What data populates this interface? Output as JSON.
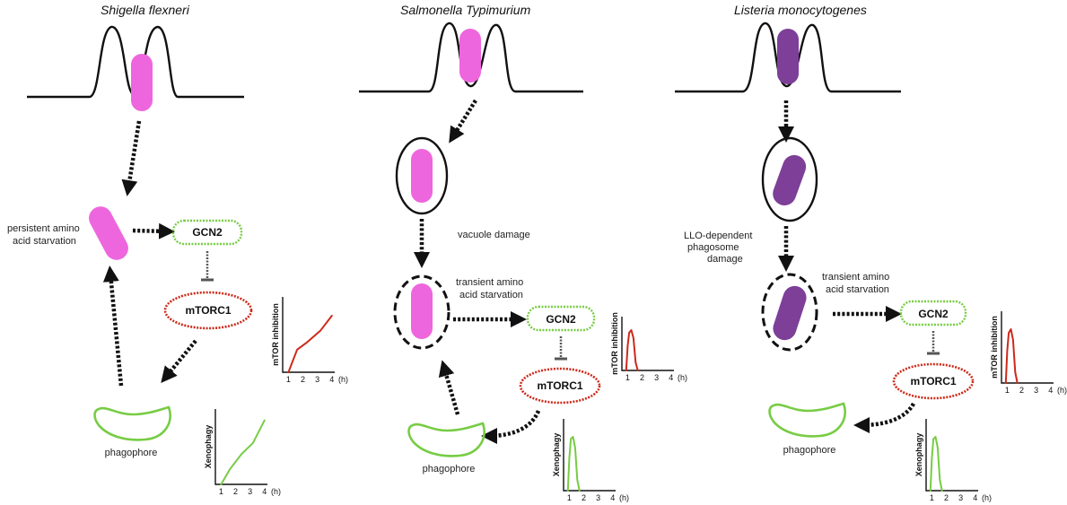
{
  "panels": [
    {
      "title": "Shigella flexneri",
      "bacterium_color": "#ee66dd",
      "labels": [
        "persistent amino",
        "acid starvation",
        "phagophore"
      ],
      "nodes": {
        "gcn2": "GCN2",
        "mtorc1": "mTORC1"
      }
    },
    {
      "title": "Salmonella Typimurium",
      "bacterium_color": "#ee66dd",
      "labels": [
        "vacuole damage",
        "transient amino",
        "acid starvation",
        "phagophore"
      ],
      "nodes": {
        "gcn2": "GCN2",
        "mtorc1": "mTORC1"
      }
    },
    {
      "title": "Listeria monocytogenes",
      "bacterium_color": "#7d3f98",
      "labels": [
        "LLO-dependent",
        "phagosome",
        "damage",
        "transient amino",
        "acid starvation",
        "phagophore"
      ],
      "nodes": {
        "gcn2": "GCN2",
        "mtorc1": "mTORC1"
      }
    }
  ],
  "colors": {
    "gcn2": "#77cc44",
    "mtorc1": "#cc2a1a",
    "phagophore": "#77cc44",
    "mtor_curve": "#cc2a1a",
    "xeno_curve": "#77cc44"
  },
  "chart_data": [
    {
      "type": "line",
      "ylabel": "mTOR inhibition",
      "xlabel": "(h)",
      "x_ticks": [
        "1",
        "2",
        "3",
        "4"
      ],
      "x": [
        1,
        1.6,
        2.3,
        3.2,
        4
      ],
      "y": [
        0,
        0.3,
        0.4,
        0.55,
        0.75
      ],
      "ylim": [
        0,
        1
      ],
      "xlim": [
        0.6,
        4.2
      ]
    },
    {
      "type": "line",
      "ylabel": "Xenophagy",
      "xlabel": "(h)",
      "x_ticks": [
        "1",
        "2",
        "3",
        "4"
      ],
      "x": [
        1,
        1.6,
        2.4,
        3.2,
        4
      ],
      "y": [
        0,
        0.2,
        0.4,
        0.55,
        0.85
      ],
      "ylim": [
        0,
        1
      ],
      "xlim": [
        0.6,
        4.2
      ]
    },
    {
      "type": "line",
      "ylabel": "mTOR inhibition",
      "xlabel": "(h)",
      "x_ticks": [
        "1",
        "2",
        "3",
        "4"
      ],
      "x": [
        0.9,
        1.0,
        1.1,
        1.25,
        1.4,
        1.55,
        1.7
      ],
      "y": [
        0,
        0.45,
        0.7,
        0.75,
        0.6,
        0.15,
        0
      ],
      "ylim": [
        0,
        1
      ],
      "xlim": [
        0.6,
        4.2
      ]
    },
    {
      "type": "line",
      "ylabel": "Xenophagy",
      "xlabel": "(h)",
      "x_ticks": [
        "1",
        "2",
        "3",
        "4"
      ],
      "x": [
        0.9,
        1.0,
        1.1,
        1.25,
        1.4,
        1.55,
        1.7
      ],
      "y": [
        0,
        0.45,
        0.72,
        0.75,
        0.6,
        0.15,
        0
      ],
      "ylim": [
        0,
        1
      ],
      "xlim": [
        0.6,
        4.2
      ]
    },
    {
      "type": "line",
      "ylabel": "mTOR inhibition",
      "xlabel": "(h)",
      "x_ticks": [
        "1",
        "2",
        "3",
        "4"
      ],
      "x": [
        0.9,
        1.0,
        1.1,
        1.25,
        1.4,
        1.55,
        1.7
      ],
      "y": [
        0,
        0.45,
        0.7,
        0.75,
        0.6,
        0.15,
        0
      ],
      "ylim": [
        0,
        1
      ],
      "xlim": [
        0.6,
        4.2
      ]
    },
    {
      "type": "line",
      "ylabel": "Xenophagy",
      "xlabel": "(h)",
      "x_ticks": [
        "1",
        "2",
        "3",
        "4"
      ],
      "x": [
        0.9,
        1.0,
        1.1,
        1.25,
        1.4,
        1.55,
        1.7
      ],
      "y": [
        0,
        0.45,
        0.72,
        0.75,
        0.6,
        0.15,
        0
      ],
      "ylim": [
        0,
        1
      ],
      "xlim": [
        0.6,
        4.2
      ]
    }
  ]
}
